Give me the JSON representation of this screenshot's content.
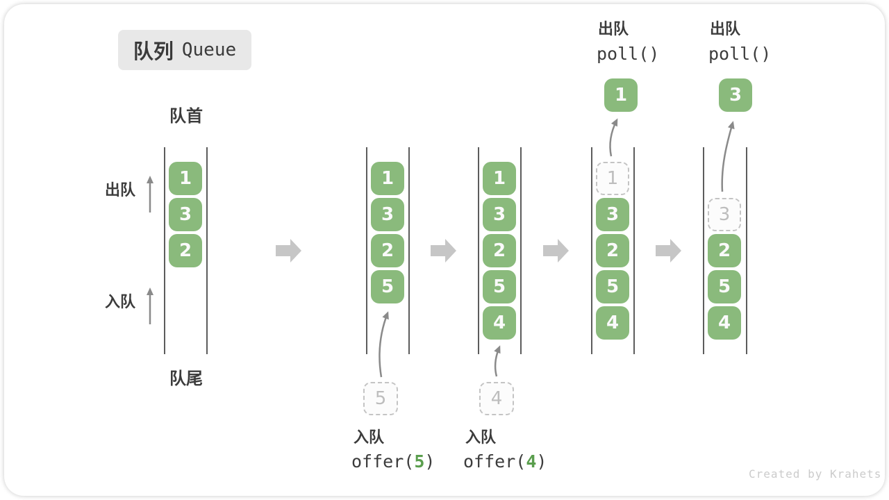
{
  "title": {
    "zh": "队列",
    "en": "Queue"
  },
  "ends": {
    "front": "队首",
    "rear": "队尾"
  },
  "side": {
    "dequeue": "出队",
    "enqueue": "入队"
  },
  "operations": {
    "enqueue5": {
      "label": "入队",
      "code_pre": "offer(",
      "arg": "5",
      "code_post": ")"
    },
    "enqueue4": {
      "label": "入队",
      "code_pre": "offer(",
      "arg": "4",
      "code_post": ")"
    },
    "poll1": {
      "label": "出队",
      "code": "poll()",
      "result": "1"
    },
    "poll2": {
      "label": "出队",
      "code": "poll()",
      "result": "3"
    }
  },
  "queue": {
    "columns": [
      {
        "cells": [
          "1",
          "3",
          "2"
        ]
      },
      {
        "cells": [
          "1",
          "3",
          "2",
          "5"
        ],
        "incoming": "5"
      },
      {
        "cells": [
          "1",
          "3",
          "2",
          "5",
          "4"
        ],
        "incoming": "4"
      },
      {
        "cells": [
          "3",
          "2",
          "5",
          "4"
        ],
        "removed": "1"
      },
      {
        "cells": [
          "2",
          "5",
          "4"
        ],
        "removed": "3"
      }
    ]
  },
  "watermark": "Created by Krahets",
  "colors": {
    "cell_green": "#8aba7c",
    "code_arg_green": "#5a9e4d",
    "text_dark": "#3c3c3c",
    "ghost_gray": "#bdbdbd",
    "arrow_gray": "#8a8a8a",
    "block_arrow_gray": "#c6c6c6",
    "badge_bg": "#e8e8e8",
    "wall_gray": "#5c5c5c",
    "watermark_gray": "#cbcbcb"
  }
}
